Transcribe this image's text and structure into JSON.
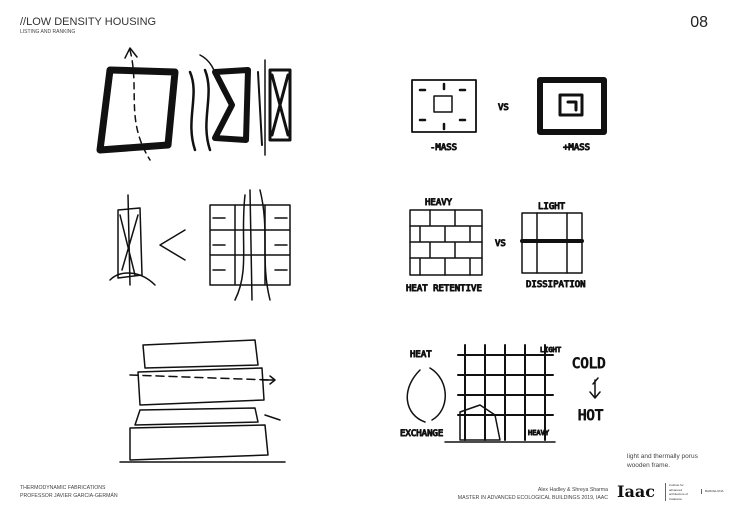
{
  "header": {
    "title": "//LOW DENSITY HOUSING",
    "subtitle": "LISTING AND RANKING",
    "page_number": "08"
  },
  "sketches": {
    "mass": {
      "left": "-MASS",
      "vs": "VS",
      "right": "+MASS"
    },
    "heavy_light": {
      "heavy": "HEAVY",
      "vs": "VS",
      "light": "LIGHT",
      "heat_retentive": "HEAT RETENTIVE",
      "dissipation": "DISSIPATION"
    },
    "exchange": {
      "heat": "HEAT",
      "exchange": "EXCHANGE",
      "light": "LIGHT",
      "heavy": "HEAVY",
      "cold": "COLD",
      "hot": "HOT"
    }
  },
  "note": "light and thermally porus wooden frame.",
  "footer": {
    "course": "THERMODYNAMIC FABRICATIONS",
    "professor": "PROFESSOR JAVIER GARCIA-GERMÁN",
    "authors": "Alex Hadley & Shreya Sharma",
    "program": "MASTER IN ADVANCED ECOLOGICAL BUILDINGS 2019, IAAC",
    "logo": "Iaac",
    "logo_sub": "institute for advanced architecture of Catalonia",
    "logo_city": "BARCELONA"
  }
}
